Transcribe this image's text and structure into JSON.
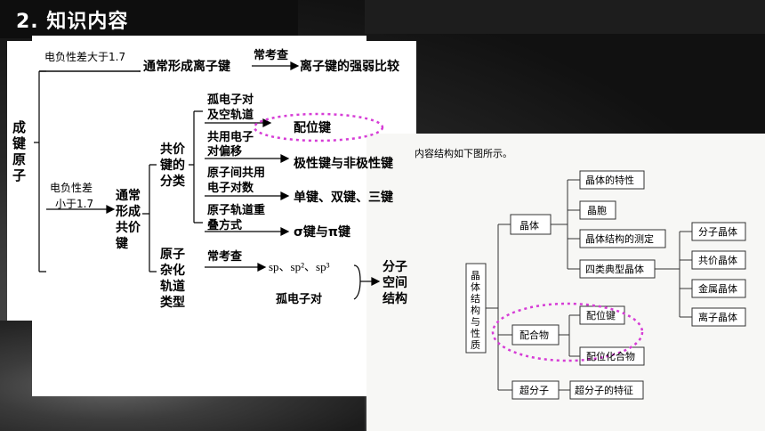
{
  "page": {
    "title": "2. 知识内容"
  },
  "left_diagram": {
    "root": [
      "成",
      "键",
      "原",
      "子"
    ],
    "branch1_cond": "电负性差大于1.7",
    "branch1_result": "通常形成离子键",
    "branch1_often": "常考查",
    "branch1_topic": "离子键的强弱比较",
    "branch2_cond_line1": "电负性差",
    "branch2_cond_line2": "小于1.7",
    "covalent": [
      "通常",
      "形成",
      "共价",
      "键"
    ],
    "classify": [
      "共价",
      "键的",
      "分类"
    ],
    "lone_pair_line1": "孤电子对",
    "lone_pair_line2": "及空轨道",
    "coord_bond": "配位键",
    "shared_line1": "共用电子",
    "shared_line2": "对偏移",
    "polar": "极性键与非极性键",
    "atoms_share_line1": "原子间共用",
    "atoms_share_line2": "电子对数",
    "bond_count": "单键、双键、三键",
    "overlap_line1": "原子轨道重",
    "overlap_line2": "叠方式",
    "sigma_pi": "σ键与π键",
    "hybrid": [
      "原子",
      "杂化",
      "轨道",
      "类型"
    ],
    "hybrid_often": "常考查",
    "sp_types": "sp、sp²、sp³",
    "lone_pair": "孤电子对",
    "shape": [
      "分子",
      "空间",
      "结构"
    ]
  },
  "right_diagram": {
    "caption": "内容结构如下图所示。",
    "root": [
      "晶",
      "体",
      "结",
      "构",
      "与",
      "性",
      "质"
    ],
    "crystal": "晶体",
    "crystal_props": "晶体的特性",
    "unit_cell": "晶胞",
    "measure": "晶体结构的测定",
    "four_types": "四类典型晶体",
    "molecular": "分子晶体",
    "covalent": "共价晶体",
    "metallic": "金属晶体",
    "ionic": "离子晶体",
    "complex": "配合物",
    "coord_bond": "配位键",
    "coord_compound": "配位化合物",
    "supra": "超分子",
    "supra_feature": "超分子的特征"
  },
  "colors": {
    "highlight": "#d63cd6",
    "background": "#141414"
  }
}
